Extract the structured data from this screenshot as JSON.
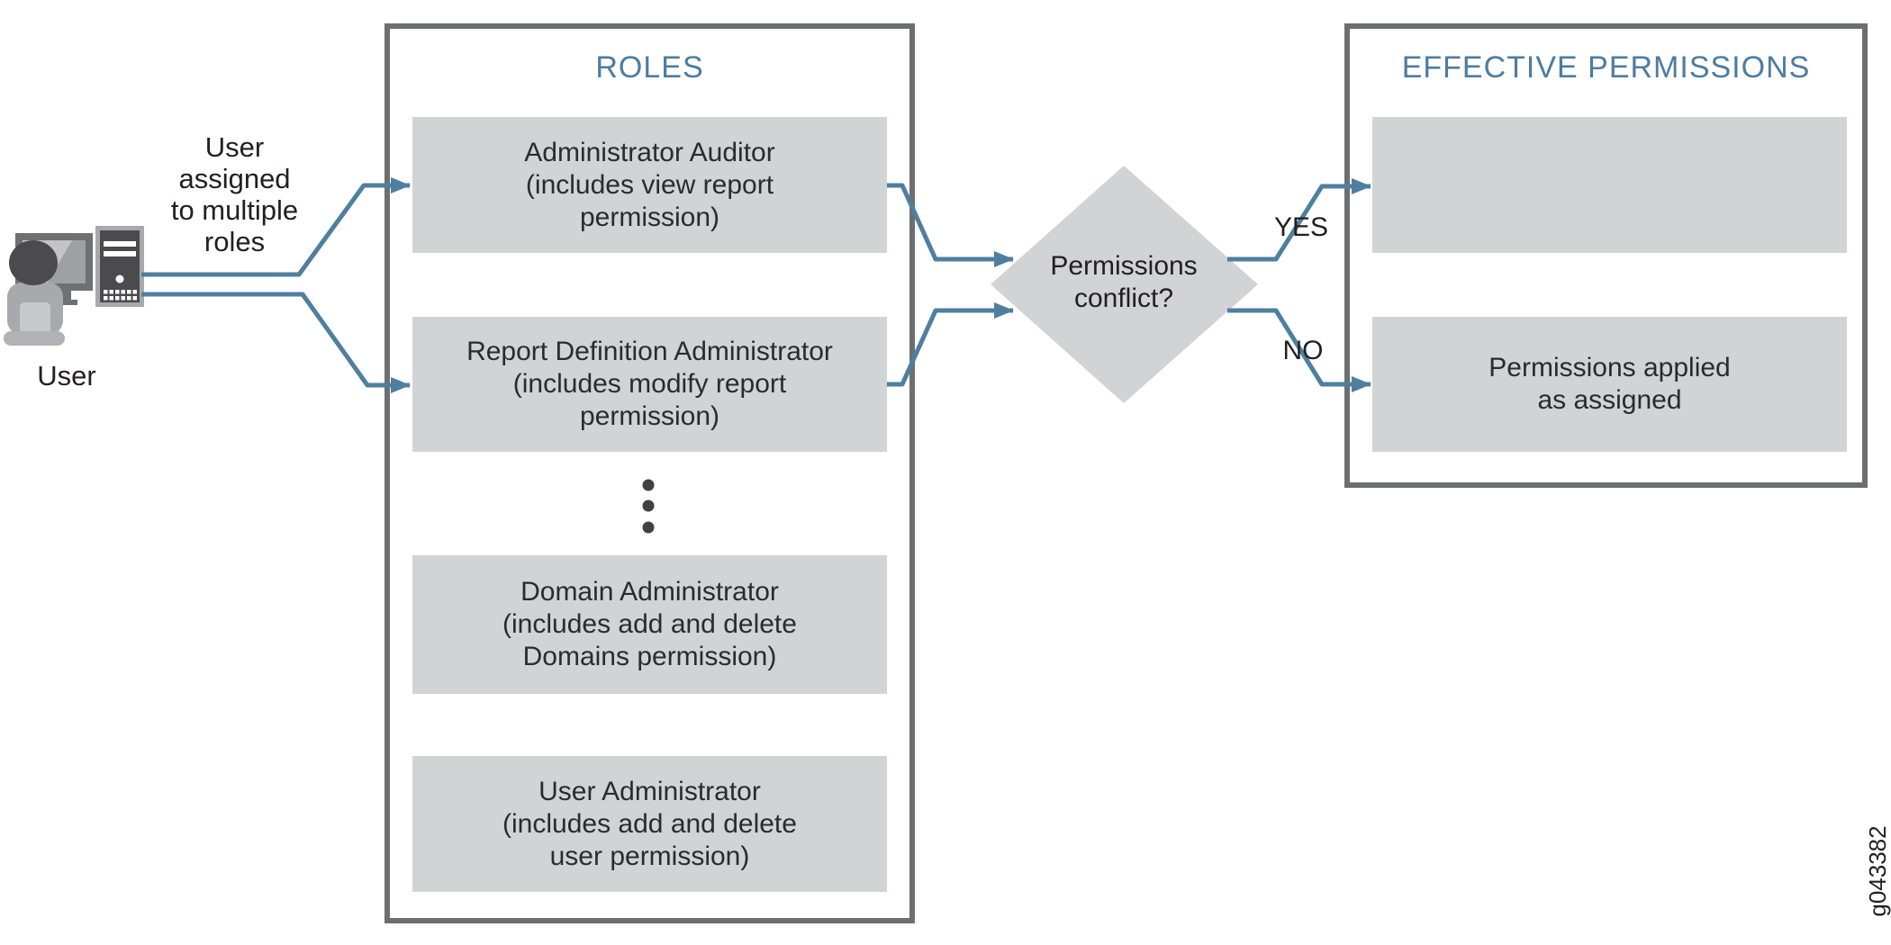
{
  "figure": {
    "id": "g043382"
  },
  "colors": {
    "accent_blue": "#4E7F9F",
    "title_blue": "#4D7CA0",
    "panel_border": "#6D6E71",
    "box_fill": "#D1D3D4",
    "text_dark": "#2B2B2B"
  },
  "user": {
    "label": "User",
    "annotation_lines": [
      "User",
      "assigned",
      "to multiple",
      "roles"
    ]
  },
  "roles_panel": {
    "title": "ROLES",
    "boxes": [
      {
        "lines": [
          "Administrator Auditor",
          "(includes view report",
          "permission)"
        ]
      },
      {
        "lines": [
          "Report Definition Administrator",
          "(includes modify report",
          "permission)"
        ]
      },
      {
        "lines": [
          "Domain Administrator",
          "(includes add and delete",
          "Domains permission)"
        ]
      },
      {
        "lines": [
          "User Administrator",
          "(includes add and delete",
          "user permission)"
        ]
      }
    ]
  },
  "decision": {
    "question_lines": [
      "Permissions",
      "conflict?"
    ],
    "yes_label": "YES",
    "no_label": "NO"
  },
  "effective_panel": {
    "title": "EFFECTIVE PERMISSIONS",
    "boxes": [
      {
        "lines": []
      },
      {
        "lines": [
          "Permissions applied",
          "as assigned"
        ]
      }
    ]
  }
}
